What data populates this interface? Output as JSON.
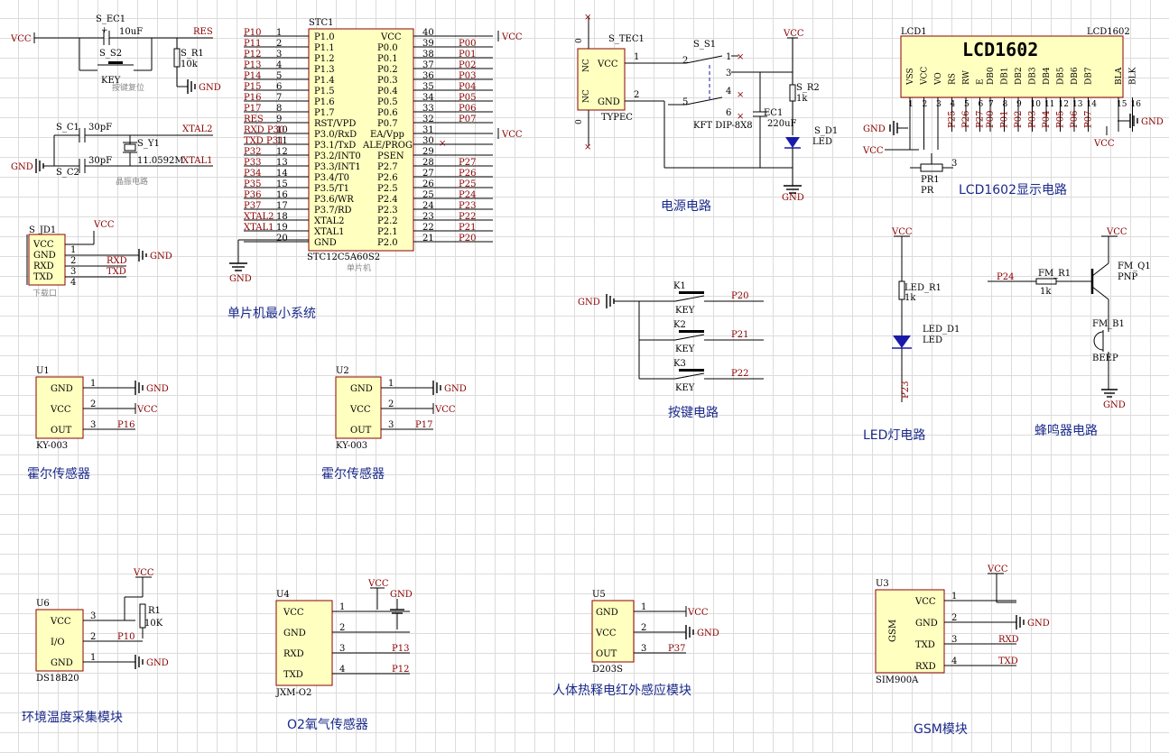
{
  "colors": {
    "component_fill": "#ffffc0",
    "net_label": "#8b0000",
    "caption": "#1a2a8a",
    "wire": "#000000",
    "led": "#1a1aaa"
  },
  "power": {
    "vcc": "VCC",
    "gnd": "GND"
  },
  "captions": {
    "mcu": "单片机最小系统",
    "power": "电源电路",
    "lcd": "LCD1602显示电路",
    "keys": "按键电路",
    "led": "LED灯电路",
    "buzzer": "蜂鸣器电路",
    "hall1": "霍尔传感器",
    "hall2": "霍尔传感器",
    "temp": "环境温度采集模块",
    "o2": "O2氧气传感器",
    "pir": "人体热释电红外感应模块",
    "gsm": "GSM模块"
  },
  "reset": {
    "cap_name": "S_EC1",
    "cap_value": "10uF",
    "net": "RES",
    "switch_name": "S_S2",
    "switch_type": "KEY",
    "res_name": "S_R1",
    "res_value": "10k",
    "note": "按键复位"
  },
  "crystal": {
    "c1": "S_C1",
    "c2": "S_C2",
    "cval": "30pF",
    "y_name": "S_Y1",
    "y_value": "11.0592M",
    "xtal2": "XTAL2",
    "xtal1": "XTAL1",
    "note": "晶振电路"
  },
  "download": {
    "name": "S_JD1",
    "pins": [
      "VCC",
      "GND",
      "RXD",
      "TXD"
    ],
    "nums": [
      "1",
      "2",
      "3",
      "4"
    ],
    "note": "下载口",
    "rxd": "RXD",
    "txd": "TXD"
  },
  "mcu": {
    "name": "STC1",
    "model": "STC12C5A60S2",
    "note": "单片机",
    "left_names": [
      "P1.0",
      "P1.1",
      "P1.2",
      "P1.3",
      "P1.4",
      "P1.5",
      "P1.6",
      "P1.7",
      "RST/VPD",
      "P3.0/RxD",
      "P3.1/TxD",
      "P3.2/INT0",
      "P3.3/INT1",
      "P3.4/T0",
      "P3.5/T1",
      "P3.6/WR",
      "P3.7/RD",
      "XTAL2",
      "XTAL1",
      "GND"
    ],
    "left_nums": [
      "1",
      "2",
      "3",
      "4",
      "5",
      "6",
      "7",
      "8",
      "9",
      "10",
      "11",
      "12",
      "13",
      "14",
      "15",
      "16",
      "17",
      "18",
      "19",
      "20"
    ],
    "left_nets": [
      "P10",
      "P11",
      "P12",
      "P13",
      "P14",
      "P15",
      "P16",
      "P17",
      "RES",
      "RXD P30",
      "TXD P31",
      "P32",
      "P33",
      "P34",
      "P35",
      "P36",
      "P37",
      "XTAL2",
      "XTAL1",
      ""
    ],
    "right_names": [
      "VCC",
      "P0.0",
      "P0.1",
      "P0.2",
      "P0.3",
      "P0.4",
      "P0.5",
      "P0.6",
      "P0.7",
      "EA/Vpp",
      "ALE/PROG",
      "PSEN",
      "P2.7",
      "P2.6",
      "P2.5",
      "P2.4",
      "P2.3",
      "P2.2",
      "P2.1",
      "P2.0"
    ],
    "right_nums": [
      "40",
      "39",
      "38",
      "37",
      "36",
      "35",
      "34",
      "33",
      "32",
      "31",
      "30",
      "29",
      "28",
      "27",
      "26",
      "25",
      "24",
      "23",
      "22",
      "21"
    ],
    "right_nets": [
      "VCC",
      "P00",
      "P01",
      "P02",
      "P03",
      "P04",
      "P05",
      "P06",
      "P07",
      "VCC",
      "",
      "",
      "P27",
      "P26",
      "P25",
      "P24",
      "P23",
      "P22",
      "P21",
      "P20"
    ]
  },
  "power_circuit": {
    "conn_name": "S_TEC1",
    "conn_type": "TYPEC",
    "pin_nc": "NC",
    "pin_vcc": "VCC",
    "pin_gnd": "GND",
    "switch_name": "S_S1",
    "switch_type": "KFT DIP-8X8",
    "cap_name": "EC1",
    "cap_value": "220uF",
    "res_name": "S_R2",
    "res_value": "1k",
    "led_name": "S_D1",
    "led_type": "LED",
    "sw_pins": [
      "1",
      "2",
      "3",
      "4",
      "5",
      "6"
    ],
    "conn_pins": [
      "1",
      "2"
    ],
    "zero": "0"
  },
  "lcd": {
    "name": "LCD1",
    "model": "LCD1602",
    "title": "LCD1602",
    "pins": [
      "VSS",
      "VCC",
      "VO",
      "RS",
      "RW",
      "E",
      "DB0",
      "DB1",
      "DB2",
      "DB3",
      "DB4",
      "DB5",
      "DB6",
      "DB7",
      "BLA",
      "BLK"
    ],
    "nums": [
      "1",
      "2",
      "3",
      "4",
      "5",
      "6",
      "7",
      "8",
      "9",
      "10",
      "11",
      "12",
      "13",
      "14",
      "15",
      "16"
    ],
    "nets": [
      "",
      "",
      "",
      "P25",
      "P26",
      "P27",
      "P00",
      "P01",
      "P02",
      "P03",
      "P04",
      "P05",
      "P06",
      "P07",
      "",
      ""
    ],
    "pot_name": "PR1",
    "pot_type": "PR",
    "pot_pin": "3"
  },
  "keys": {
    "items": [
      {
        "name": "K1",
        "type": "KEY",
        "net": "P20"
      },
      {
        "name": "K2",
        "type": "KEY",
        "net": "P21"
      },
      {
        "name": "K3",
        "type": "KEY",
        "net": "P22"
      }
    ]
  },
  "led": {
    "res_name": "LED_R1",
    "res_value": "1k",
    "led_name": "LED_D1",
    "led_type": "LED",
    "net": "P23"
  },
  "buzzer": {
    "net": "P24",
    "res_name": "FM_R1",
    "res_value": "1k",
    "q_name": "FM_Q1",
    "q_type": "PNP",
    "b_name": "FM_B1",
    "b_type": "BEEP"
  },
  "hall1": {
    "name": "U1",
    "model": "KY-003",
    "pins": [
      "GND",
      "VCC",
      "OUT"
    ],
    "nums": [
      "1",
      "2",
      "3"
    ],
    "net": "P16"
  },
  "hall2": {
    "name": "U2",
    "model": "KY-003",
    "pins": [
      "GND",
      "VCC",
      "OUT"
    ],
    "nums": [
      "1",
      "2",
      "3"
    ],
    "net": "P17"
  },
  "temp": {
    "name": "U6",
    "model": "DS18B20",
    "pins": [
      "VCC",
      "I/O",
      "GND"
    ],
    "nums": [
      "3",
      "2",
      "1"
    ],
    "res_name": "R1",
    "res_value": "10K",
    "net": "P10"
  },
  "o2": {
    "name": "U4",
    "model": "JXM-O2",
    "pins": [
      "VCC",
      "GND",
      "RXD",
      "TXD"
    ],
    "nums": [
      "1",
      "2",
      "3",
      "4"
    ],
    "nets": [
      "P13",
      "P12"
    ]
  },
  "pir": {
    "name": "U5",
    "model": "D203S",
    "pins": [
      "GND",
      "VCC",
      "OUT"
    ],
    "nums": [
      "1",
      "2",
      "3"
    ],
    "net": "P37"
  },
  "gsm": {
    "name": "U3",
    "model": "SIM900A",
    "chip": "GSM",
    "pins": [
      "VCC",
      "GND",
      "TXD",
      "RXD"
    ],
    "nums": [
      "1",
      "2",
      "3",
      "4"
    ],
    "nets": [
      "RXD",
      "TXD"
    ]
  }
}
